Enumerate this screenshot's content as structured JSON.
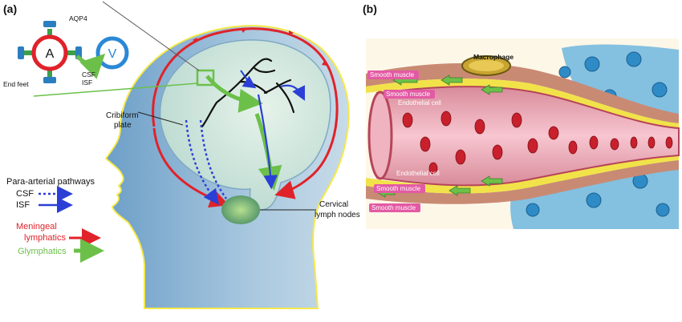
{
  "panel_a": {
    "label": "(a)",
    "vessel_a": "A",
    "vessel_v": "V",
    "aqp4": "AQP4",
    "end_feet": "End feet",
    "csf_small": "CSF",
    "isf_small": "ISF",
    "cribiform_1": "Cribiform",
    "cribiform_2": "plate",
    "lymph_1": "Cervical",
    "lymph_2": "lymph nodes",
    "legend": {
      "title": "Para-arterial pathways",
      "csf": "CSF",
      "isf": "ISF",
      "meningeal_1": "Meningeal",
      "meningeal_2": "lymphatics",
      "glymphatics": "Glymphatics"
    },
    "colors": {
      "meningeal": "#e0222a",
      "glymphatic": "#6cc04a",
      "fluid": "#2b3fd6"
    }
  },
  "panel_b": {
    "label": "(b)",
    "macrophage": "Macrophage",
    "smooth_muscle": "Smooth muscle",
    "endothelial_cell": "Endothelial cell"
  }
}
